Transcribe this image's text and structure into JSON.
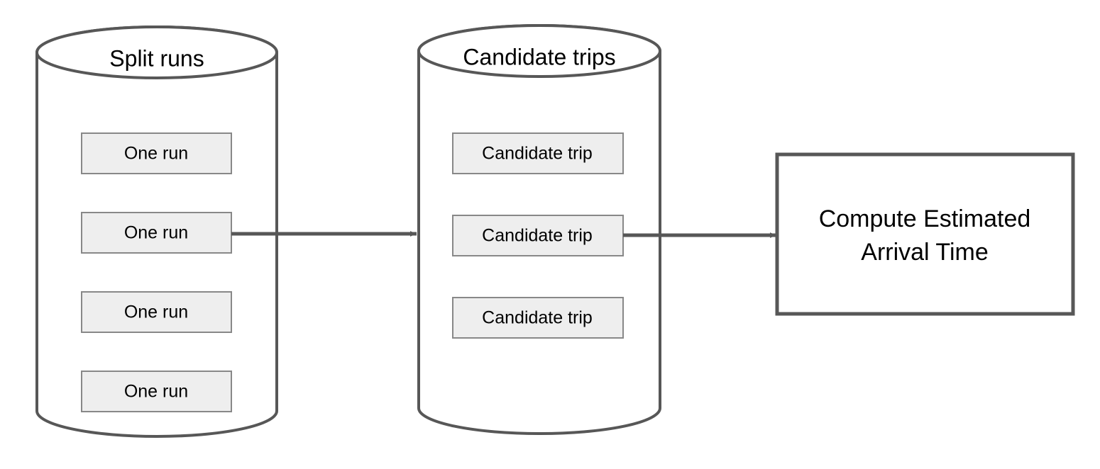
{
  "diagram": {
    "type": "flow-diagram",
    "background_color": "#ffffff",
    "stroke_color": "#575757",
    "item_fill_color": "#eeeeee",
    "item_stroke_color": "#888888",
    "text_color": "#000000",
    "nodes": [
      {
        "id": "split-runs",
        "shape": "cylinder",
        "title": "Split runs",
        "items": [
          {
            "label": "One run"
          },
          {
            "label": "One run"
          },
          {
            "label": "One run"
          },
          {
            "label": "One run"
          }
        ]
      },
      {
        "id": "candidate-trips",
        "shape": "cylinder",
        "title": "Candidate trips",
        "items": [
          {
            "label": "Candidate trip"
          },
          {
            "label": "Candidate trip"
          },
          {
            "label": "Candidate trip"
          }
        ]
      },
      {
        "id": "compute-eta",
        "shape": "rectangle",
        "title_line_1": "Compute Estimated",
        "title_line_2": "Arrival Time"
      }
    ],
    "edges": [
      {
        "id": "edge-run-to-trip",
        "from": "split-runs",
        "to": "candidate-trips",
        "label": ""
      },
      {
        "id": "edge-trip-to-eta",
        "from": "candidate-trips",
        "to": "compute-eta",
        "label": ""
      }
    ]
  }
}
